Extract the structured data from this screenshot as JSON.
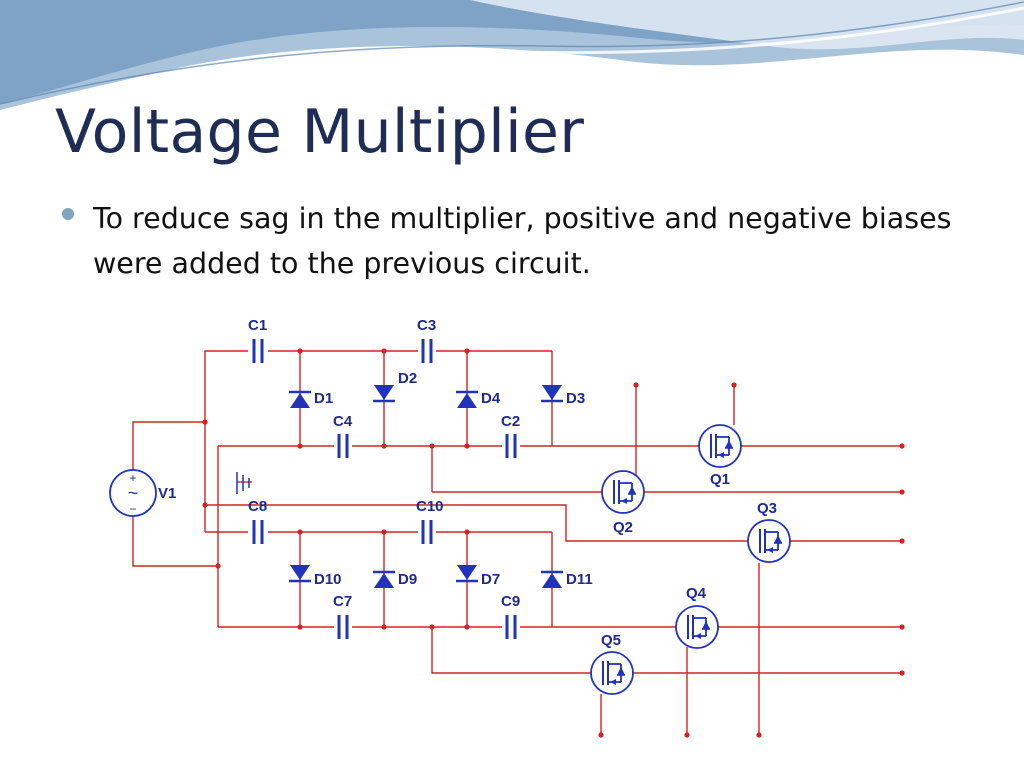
{
  "slide": {
    "title": "Voltage Multiplier",
    "bullet": "To reduce sag in the multiplier, positive and negative biases were added to the previous circuit."
  },
  "schematic": {
    "source": {
      "label": "V1",
      "plus": "+",
      "minus": "−",
      "symbol": "~"
    },
    "capacitors": [
      "C1",
      "C3",
      "C4",
      "C2",
      "C8",
      "C10",
      "C7",
      "C9"
    ],
    "diodes": [
      "D1",
      "D2",
      "D4",
      "D3",
      "D10",
      "D9",
      "D7",
      "D11"
    ],
    "transistors": [
      "Q1",
      "Q2",
      "Q3",
      "Q4",
      "Q5"
    ],
    "colors": {
      "wire": "#d62222",
      "component": "#2233bb",
      "node": "#d62222"
    }
  }
}
